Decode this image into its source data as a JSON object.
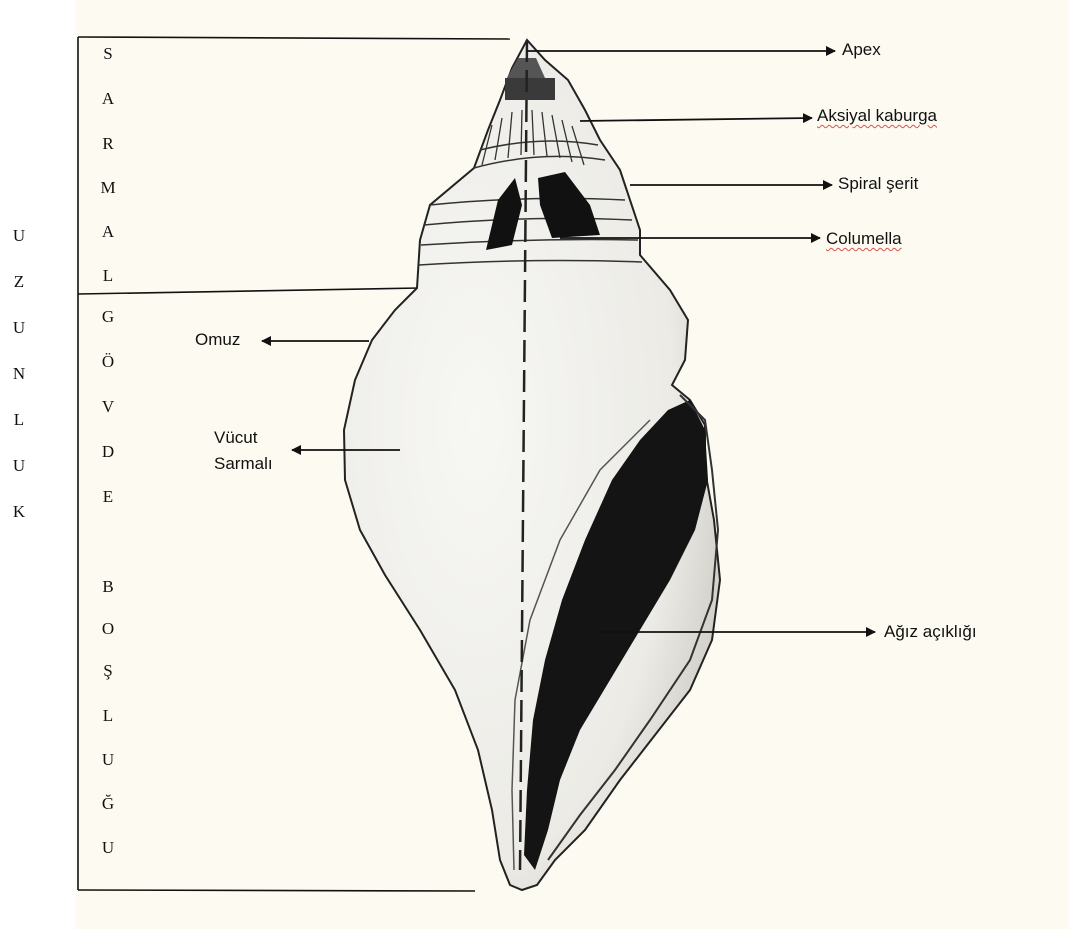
{
  "background_color": "#fdfbf1",
  "outer_vertical_label": [
    "U",
    "Z",
    "U",
    "N",
    "L",
    "U",
    "K"
  ],
  "spire_vertical_label": [
    "S",
    "A",
    "R",
    "M",
    "A",
    "L"
  ],
  "body_vertical_label": [
    "G",
    "Ö",
    "V",
    "D",
    "E",
    "",
    "B",
    "O",
    "Ş",
    "L",
    "U",
    "Ğ",
    "U"
  ],
  "labels": {
    "apex": "Apex",
    "axial_rib": "Aksiyal kaburga",
    "spiral_band": "Spiral şerit",
    "columella": "Columella",
    "shoulder": "Omuz",
    "body_whorl_line1": "Vücut",
    "body_whorl_line2": "Sarmalı",
    "aperture": "Ağız açıklığı"
  }
}
